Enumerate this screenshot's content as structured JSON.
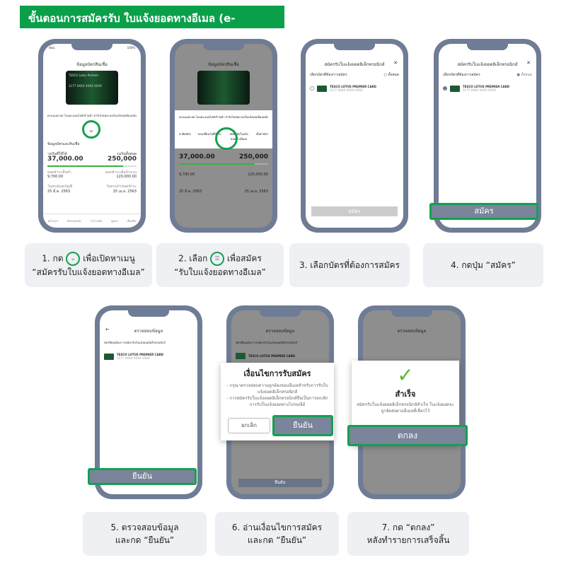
{
  "header": {
    "title": "ขั้นตอนการสมัครรับ ใบแจ้งยอดทางอีเมล (e-Statement)"
  },
  "status": {
    "carrier": "dtac",
    "battery": "100%"
  },
  "phone1": {
    "title": "ข้อมูลบัตรสินเชื่อ",
    "card_name": "TESCO Lotus Premier",
    "card_number": "1177 XXXX XXXX XXXX",
    "menu": [
      "คะแนนสะสม",
      "โอนคะแนนไปยังร้านค้า",
      "ล่ารับไปผ่อน",
      "ขอใบแจ้งยอดย้อนหลัง"
    ],
    "tab": "ข้อมูลบัตรและสินเชื่อ",
    "available_label": "วงเงินที่ใช้ได้",
    "available": "37,000.00",
    "limit_label": "วงเงินทั้งหมด",
    "limit": "250,000",
    "min_label": "ยอดชำระขั้นต่ำ",
    "min": "9,700.00",
    "total_label": "ยอดชำระเต็มจำนวน",
    "total": "120,000.00",
    "stmt_label": "วันสรุปยอดบัญชี",
    "stmt": "25 มี.ค. 2563",
    "due_label": "วันครบกำหนดชำระ",
    "due": "25 เม.ย. 2563",
    "nav": [
      "หน้าแรก",
      "บัตรของฉัน",
      "โปรโมชั่น",
      "คูปอง",
      "เพิ่มเติม"
    ]
  },
  "phone2": {
    "menu2": [
      "อายัดบัตร",
      "ขอเปลี่ยนวันที่ชำระ",
      "สมัครรับใบแจ้งยอดทางอีเมล",
      "ตั้งค่าบัตร"
    ]
  },
  "phone3": {
    "title": "สมัครรับใบแจ้งยอดอิเล็กทรอนิกส์",
    "select_label": "เลือกบัตรที่ต้องการสมัคร",
    "select_all": "ทั้งหมด",
    "card": "TESCO LOTUS PREMIER CARD",
    "card_number": "1177 XXXX XXXX XXXX",
    "button": "สมัคร"
  },
  "phone5": {
    "title": "ตรวจสอบข้อมูล",
    "subtitle": "บัตรที่คุณต้องการสมัครรับใบแจ้งยอดอิเล็กทรอนิกส์",
    "button": "ยืนยัน"
  },
  "modal6": {
    "title": "เงื่อนไขการรับสมัคร",
    "line1": "- กรุณาตรวจสอบความถูกต้องของอีเมลสำหรับการรับใบแจ้งยอดอิเล็กทรอนิกส์",
    "line2": "- การสมัครรับใบแจ้งยอดอิเล็กทรอนิกส์ถือเป็นการยกเลิกการรับใบแจ้งยอดทางไปรษณีย์",
    "cancel": "ยกเลิก",
    "confirm": "ยืนยัน"
  },
  "modal7": {
    "title": "สำเร็จ",
    "text": "สมัครรับใบแจ้งยอดอิเล็กทรอนิกส์สำเร็จ ใบแจ้งยอดจะถูกจัดส่งตามอีเมลที่เลือกไว้",
    "ok": "ตกลง"
  },
  "steps": [
    {
      "a": "1. กด",
      "b": "เพื่อเปิดหาเมนู",
      "c": "“สมัครรับใบแจ้งยอดทางอีเมล”"
    },
    {
      "a": "2. เลือก",
      "b": "เพื่อสมัคร",
      "c": "“รับใบแจ้งยอดทางอีเมล”"
    },
    {
      "a": "3. เลือกบัตรที่ต้องการสมัคร"
    },
    {
      "a": "4. กดปุ่ม “สมัคร”"
    },
    {
      "a": "5. ตรวจสอบข้อมูล",
      "c": "และกด “ยืนยัน”"
    },
    {
      "a": "6. อ่านเงื่อนไขการสมัคร",
      "c": "และกด “ยืนยัน”"
    },
    {
      "a": "7. กด “ตกลง”",
      "c": "หลังทำรายการเสร็จสิ้น"
    }
  ]
}
